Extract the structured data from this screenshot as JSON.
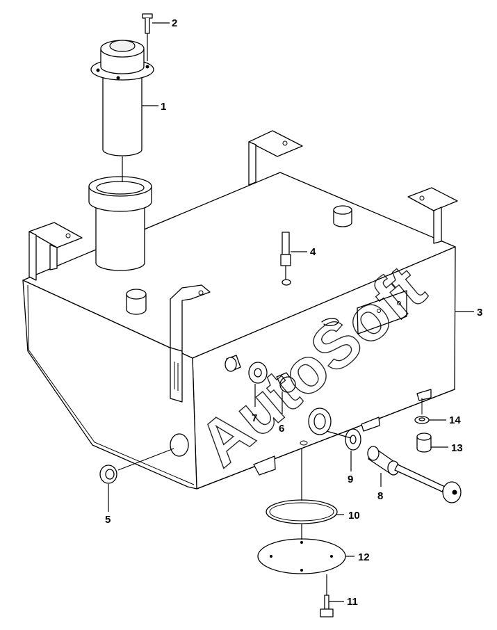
{
  "watermark": "AutoSoft",
  "callouts": {
    "c1": "1",
    "c2": "2",
    "c3": "3",
    "c4": "4",
    "c5": "5",
    "c6": "6",
    "c7": "7",
    "c8": "8",
    "c9": "9",
    "c10": "10",
    "c11": "11",
    "c12": "12",
    "c13": "13",
    "c14": "14"
  }
}
